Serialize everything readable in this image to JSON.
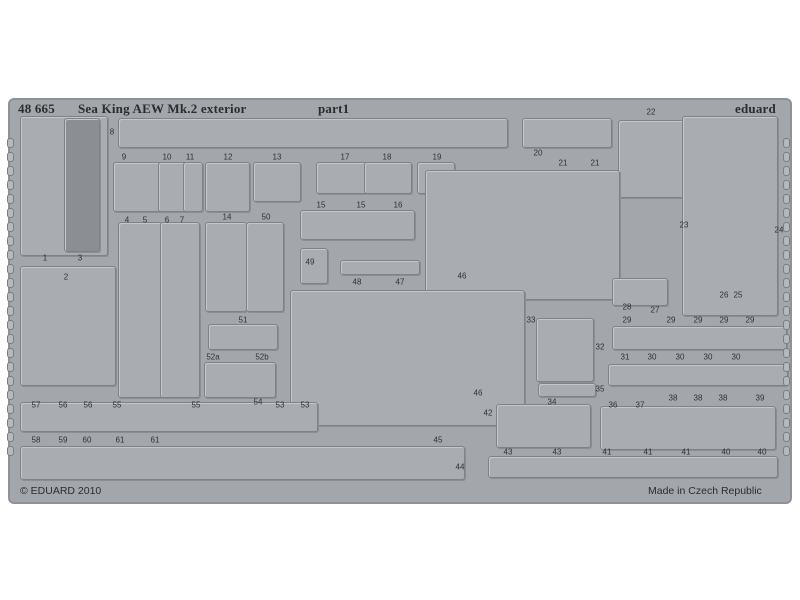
{
  "header": {
    "code": "48 665",
    "title": "Sea King AEW Mk.2 exterior",
    "part": "part1",
    "brand": "eduard"
  },
  "footer": {
    "copyright": "© EDUARD 2010",
    "origin": "Made in Czech Republic"
  },
  "parts": {
    "labels": [
      "8",
      "9",
      "10",
      "11",
      "12",
      "13",
      "17",
      "18",
      "19",
      "22",
      "20",
      "21",
      "21",
      "1",
      "3",
      "4",
      "5",
      "6",
      "7",
      "14",
      "50",
      "15",
      "15",
      "16",
      "23",
      "24",
      "49",
      "48",
      "47",
      "46",
      "2",
      "26",
      "25",
      "28",
      "27",
      "29",
      "29",
      "29",
      "29",
      "29",
      "51",
      "33",
      "32",
      "52a",
      "52b",
      "31",
      "30",
      "30",
      "30",
      "30",
      "35",
      "46",
      "34",
      "57",
      "56",
      "56",
      "55",
      "55",
      "54",
      "53",
      "53",
      "42",
      "36",
      "37",
      "38",
      "38",
      "38",
      "39",
      "58",
      "59",
      "60",
      "61",
      "61",
      "45",
      "44",
      "43",
      "43",
      "41",
      "41",
      "41",
      "40",
      "40"
    ]
  },
  "colors": {
    "fret": "#a3a7ab",
    "text": "#2a2d30"
  }
}
